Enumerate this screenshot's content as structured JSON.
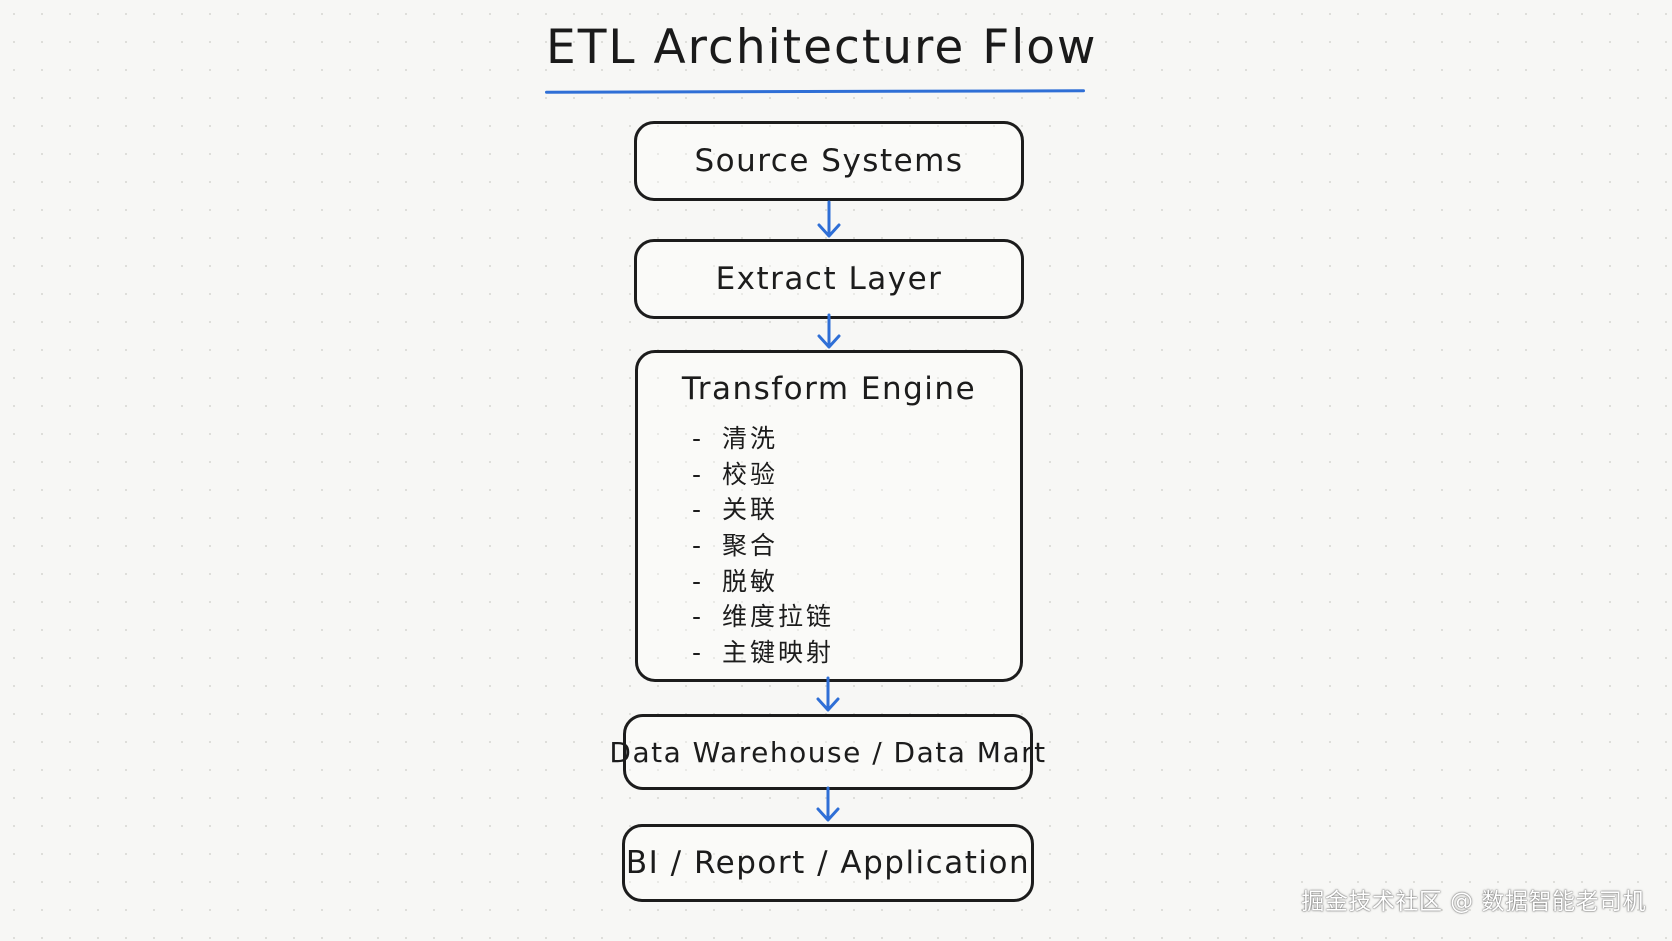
{
  "title": "ETL Architecture Flow",
  "colors": {
    "accent": "#2f6fd6",
    "stroke": "#1c1c1c",
    "background": "#f7f7f5"
  },
  "nodes": {
    "source": "Source Systems",
    "extract": "Extract Layer",
    "transform": {
      "title": "Transform Engine",
      "items": [
        "清洗",
        "校验",
        "关联",
        "聚合",
        "脱敏",
        "维度拉链",
        "主键映射"
      ]
    },
    "warehouse": "Data Warehouse / Data Mart",
    "consumer": "BI / Report / Application"
  },
  "list_marker": "-",
  "watermark": "掘金技术社区 @ 数据智能老司机"
}
